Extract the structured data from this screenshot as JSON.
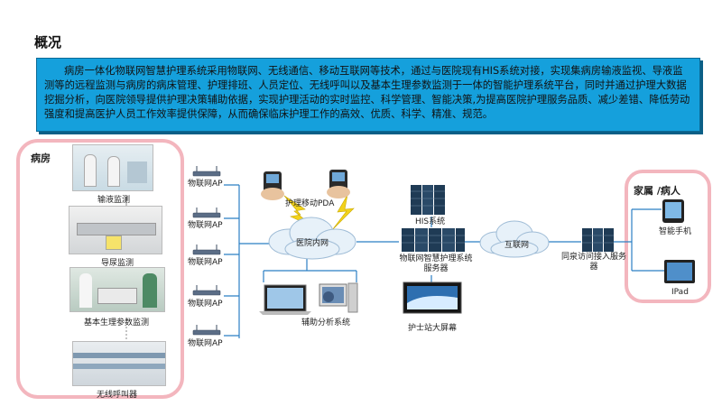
{
  "title": "概况",
  "summary": "病房一体化物联网智慧护理系统采用物联网、无线通信、移动互联网等技术，通过与医院现有HIS系统对接，实现集病房输液监视、导液监测等的远程监测与病房的病床管理、护理排班、人员定位、无线呼叫以及基本生理参数监测于一体的智能护理系统平台，同时并通过护理大数据挖掘分析，向医院领导提供护理决策辅助依据，实现护理活动的实时监控、科学管理、智能决策,为提高医院护理服务品质、减少差错、降低劳动强度和提高医护人员工作效率提供保障，从而确保临床护理工作的高效、优质、科学、精准、规范。",
  "ward": {
    "title": "病房",
    "items": [
      "输液监测",
      "导尿监测",
      "基本生理参数监测",
      "无线呼叫器"
    ]
  },
  "ap_label": "物联网AP",
  "nodes": {
    "pda": "护理移动PDA",
    "hospital_net": "医院内网",
    "analysis": "辅助分析系统",
    "his": "HIS系统",
    "iot_server": "物联网智慧护理系统服务器",
    "nurse_screen": "护士站大屏幕",
    "internet": "互联网",
    "tongquan_server": "同泉访问接入服务器"
  },
  "family": {
    "title": "家属 /病人",
    "devices": [
      "智能手机",
      "IPad"
    ]
  },
  "colors": {
    "summary_bg": "#15a0dc",
    "panel_border": "#f3b6be",
    "line": "#2b7fc4",
    "bolt": "#f2d21b"
  }
}
